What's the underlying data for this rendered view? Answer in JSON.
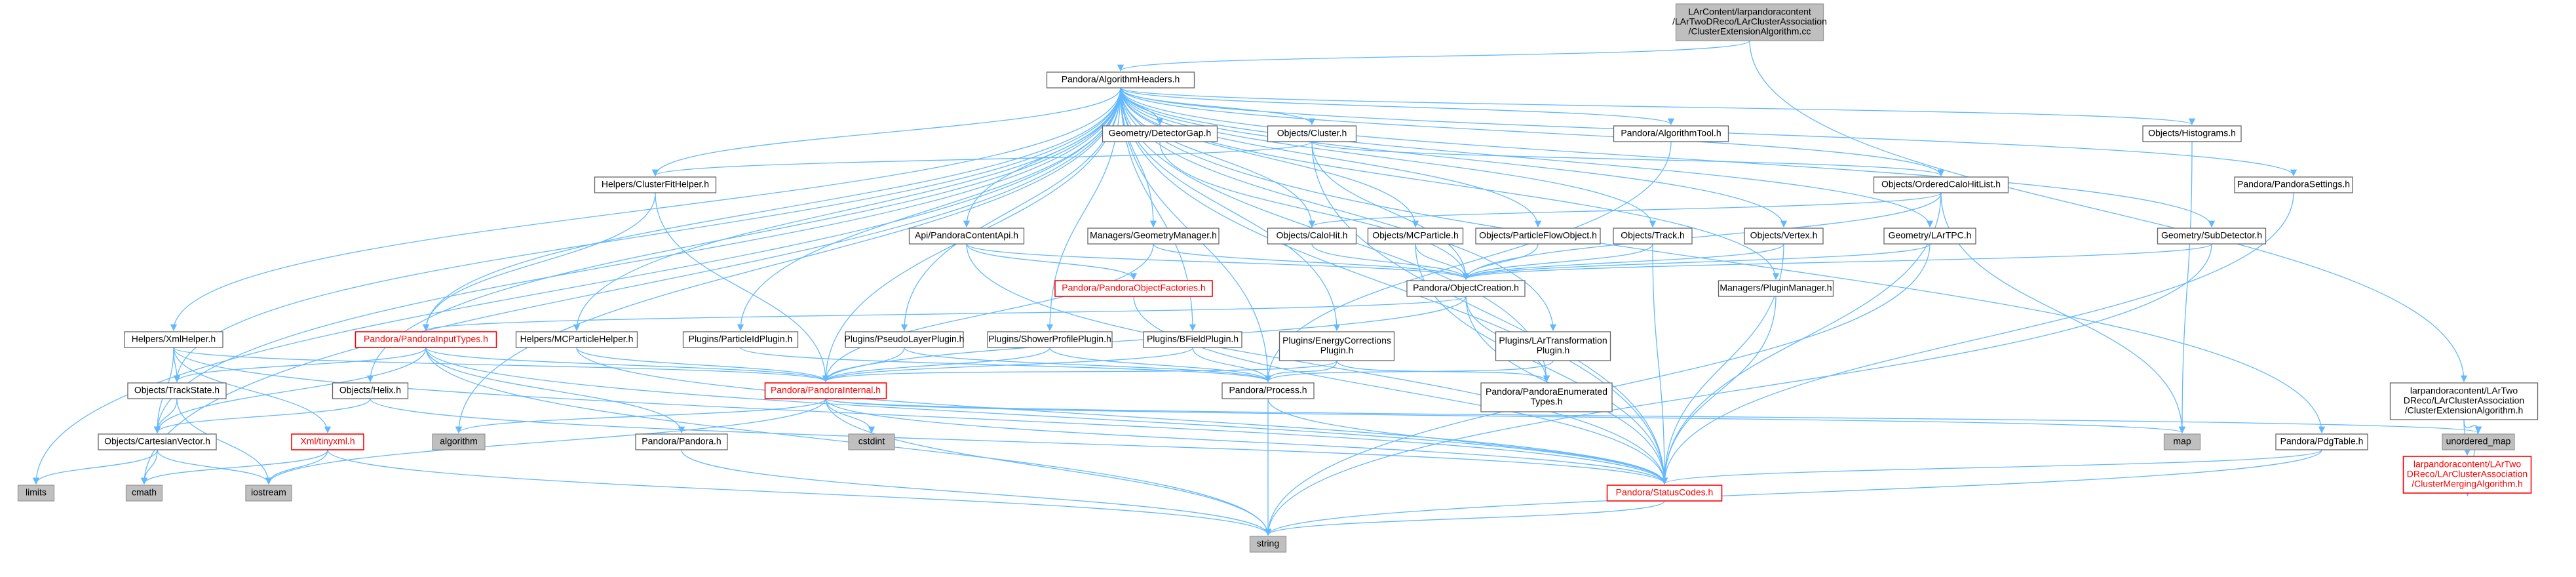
{
  "colors": {
    "edge": "#63b8ff",
    "node_border": "#666666",
    "root_fill": "#bfbfbf",
    "missing_border": "#ff0000"
  },
  "nodes": [
    {
      "id": "root",
      "lines": [
        "LArContent/larpandoracontent",
        "/LArTwoDReco/LArClusterAssociation",
        "/ClusterExtensionAlgorithm.cc"
      ],
      "style": "gray"
    },
    {
      "id": "algoHeaders",
      "lines": [
        "Pandora/AlgorithmHeaders.h"
      ],
      "style": "white"
    },
    {
      "id": "larClusterExt",
      "lines": [
        "larpandoracontent/LArTwo",
        "DReco/LArClusterAssociation",
        "/ClusterExtensionAlgorithm.h"
      ],
      "style": "white"
    },
    {
      "id": "larClusterMerge",
      "lines": [
        "larpandoracontent/LArTwo",
        "DReco/LArClusterAssociation",
        "/ClusterMergingAlgorithm.h"
      ],
      "style": "red"
    },
    {
      "id": "geoDetectorGap",
      "lines": [
        "Geometry/DetectorGap.h"
      ],
      "style": "white"
    },
    {
      "id": "objCluster",
      "lines": [
        "Objects/Cluster.h"
      ],
      "style": "white"
    },
    {
      "id": "pandoraAlgTool",
      "lines": [
        "Pandora/AlgorithmTool.h"
      ],
      "style": "white"
    },
    {
      "id": "objHistograms",
      "lines": [
        "Objects/Histograms.h"
      ],
      "style": "white"
    },
    {
      "id": "pandoraSettings",
      "lines": [
        "Pandora/PandoraSettings.h"
      ],
      "style": "white"
    },
    {
      "id": "helpersClusterFit",
      "lines": [
        "Helpers/ClusterFitHelper.h"
      ],
      "style": "white"
    },
    {
      "id": "objOrderedCaloHit",
      "lines": [
        "Objects/OrderedCaloHitList.h"
      ],
      "style": "white"
    },
    {
      "id": "apiContent",
      "lines": [
        "Api/PandoraContentApi.h"
      ],
      "style": "white"
    },
    {
      "id": "mgrGeometry",
      "lines": [
        "Managers/GeometryManager.h"
      ],
      "style": "white"
    },
    {
      "id": "objCaloHit",
      "lines": [
        "Objects/CaloHit.h"
      ],
      "style": "white"
    },
    {
      "id": "objMCParticle",
      "lines": [
        "Objects/MCParticle.h"
      ],
      "style": "white"
    },
    {
      "id": "objPFO",
      "lines": [
        "Objects/ParticleFlowObject.h"
      ],
      "style": "white"
    },
    {
      "id": "objTrack",
      "lines": [
        "Objects/Track.h"
      ],
      "style": "white"
    },
    {
      "id": "objVertex",
      "lines": [
        "Objects/Vertex.h"
      ],
      "style": "white"
    },
    {
      "id": "geoLArTPC",
      "lines": [
        "Geometry/LArTPC.h"
      ],
      "style": "white"
    },
    {
      "id": "geoSubDetector",
      "lines": [
        "Geometry/SubDetector.h"
      ],
      "style": "white"
    },
    {
      "id": "pandoraObjFactories",
      "lines": [
        "Pandora/PandoraObjectFactories.h"
      ],
      "style": "red"
    },
    {
      "id": "pandoraObjCreation",
      "lines": [
        "Pandora/ObjectCreation.h"
      ],
      "style": "white"
    },
    {
      "id": "mgrPlugin",
      "lines": [
        "Managers/PluginManager.h"
      ],
      "style": "white"
    },
    {
      "id": "helpersXml",
      "lines": [
        "Helpers/XmlHelper.h"
      ],
      "style": "white"
    },
    {
      "id": "pandoraInputTypes",
      "lines": [
        "Pandora/PandoraInputTypes.h"
      ],
      "style": "red"
    },
    {
      "id": "helpersMCParticle",
      "lines": [
        "Helpers/MCParticleHelper.h"
      ],
      "style": "white"
    },
    {
      "id": "pluginsParticleId",
      "lines": [
        "Plugins/ParticleIdPlugin.h"
      ],
      "style": "white"
    },
    {
      "id": "pluginsPseudoLayer",
      "lines": [
        "Plugins/PseudoLayerPlugin.h"
      ],
      "style": "white"
    },
    {
      "id": "pluginsShowerProfile",
      "lines": [
        "Plugins/ShowerProfilePlugin.h"
      ],
      "style": "white"
    },
    {
      "id": "pluginsBField",
      "lines": [
        "Plugins/BFieldPlugin.h"
      ],
      "style": "white"
    },
    {
      "id": "pluginsEnergyCorr",
      "lines": [
        "Plugins/EnergyCorrections",
        "Plugin.h"
      ],
      "style": "white"
    },
    {
      "id": "pluginsLArTransform",
      "lines": [
        "Plugins/LArTransformation",
        "Plugin.h"
      ],
      "style": "white"
    },
    {
      "id": "objTrackState",
      "lines": [
        "Objects/TrackState.h"
      ],
      "style": "white"
    },
    {
      "id": "objHelix",
      "lines": [
        "Objects/Helix.h"
      ],
      "style": "white"
    },
    {
      "id": "pandoraInternal",
      "lines": [
        "Pandora/PandoraInternal.h"
      ],
      "style": "red"
    },
    {
      "id": "pandoraProcess",
      "lines": [
        "Pandora/Process.h"
      ],
      "style": "white"
    },
    {
      "id": "pandoraEnumTypes",
      "lines": [
        "Pandora/PandoraEnumerated",
        "Types.h"
      ],
      "style": "white"
    },
    {
      "id": "objCartesianVector",
      "lines": [
        "Objects/CartesianVector.h"
      ],
      "style": "white"
    },
    {
      "id": "xmlTinyxml",
      "lines": [
        "Xml/tinyxml.h"
      ],
      "style": "red"
    },
    {
      "id": "algorithm",
      "lines": [
        "algorithm"
      ],
      "style": "gray"
    },
    {
      "id": "pandoraPandora",
      "lines": [
        "Pandora/Pandora.h"
      ],
      "style": "white"
    },
    {
      "id": "cstdint",
      "lines": [
        "cstdint"
      ],
      "style": "gray"
    },
    {
      "id": "map",
      "lines": [
        "map"
      ],
      "style": "gray"
    },
    {
      "id": "unorderedMap",
      "lines": [
        "unordered_map"
      ],
      "style": "gray"
    },
    {
      "id": "pandoraPdgTable",
      "lines": [
        "Pandora/PdgTable.h"
      ],
      "style": "white"
    },
    {
      "id": "limits",
      "lines": [
        "limits"
      ],
      "style": "gray"
    },
    {
      "id": "cmath",
      "lines": [
        "cmath"
      ],
      "style": "gray"
    },
    {
      "id": "iostream",
      "lines": [
        "iostream"
      ],
      "style": "gray"
    },
    {
      "id": "pandoraStatusCodes",
      "lines": [
        "Pandora/StatusCodes.h"
      ],
      "style": "red"
    },
    {
      "id": "string",
      "lines": [
        "string"
      ],
      "style": "gray"
    }
  ],
  "edges": [
    [
      "root",
      "algoHeaders"
    ],
    [
      "root",
      "larClusterExt"
    ],
    [
      "larClusterExt",
      "larClusterMerge"
    ],
    [
      "larClusterExt",
      "unorderedMap"
    ],
    [
      "larClusterMerge",
      "unorderedMap"
    ],
    [
      "algoHeaders",
      "geoDetectorGap"
    ],
    [
      "algoHeaders",
      "objCluster"
    ],
    [
      "algoHeaders",
      "pandoraAlgTool"
    ],
    [
      "algoHeaders",
      "objHistograms"
    ],
    [
      "algoHeaders",
      "pandoraSettings"
    ],
    [
      "algoHeaders",
      "helpersClusterFit"
    ],
    [
      "algoHeaders",
      "objOrderedCaloHit"
    ],
    [
      "algoHeaders",
      "apiContent"
    ],
    [
      "algoHeaders",
      "mgrGeometry"
    ],
    [
      "algoHeaders",
      "objCaloHit"
    ],
    [
      "algoHeaders",
      "objMCParticle"
    ],
    [
      "algoHeaders",
      "objPFO"
    ],
    [
      "algoHeaders",
      "objTrack"
    ],
    [
      "algoHeaders",
      "objVertex"
    ],
    [
      "algoHeaders",
      "geoLArTPC"
    ],
    [
      "algoHeaders",
      "geoSubDetector"
    ],
    [
      "algoHeaders",
      "mgrPlugin"
    ],
    [
      "algoHeaders",
      "helpersXml"
    ],
    [
      "algoHeaders",
      "pandoraInputTypes"
    ],
    [
      "algoHeaders",
      "helpersMCParticle"
    ],
    [
      "algoHeaders",
      "pluginsParticleId"
    ],
    [
      "algoHeaders",
      "pluginsPseudoLayer"
    ],
    [
      "algoHeaders",
      "pluginsShowerProfile"
    ],
    [
      "algoHeaders",
      "pluginsBField"
    ],
    [
      "algoHeaders",
      "pluginsEnergyCorr"
    ],
    [
      "algoHeaders",
      "pluginsLArTransform"
    ],
    [
      "algoHeaders",
      "objTrackState"
    ],
    [
      "algoHeaders",
      "objHelix"
    ],
    [
      "algoHeaders",
      "pandoraInternal"
    ],
    [
      "algoHeaders",
      "pandoraProcess"
    ],
    [
      "algoHeaders",
      "pandoraEnumTypes"
    ],
    [
      "algoHeaders",
      "objCartesianVector"
    ],
    [
      "algoHeaders",
      "algorithm"
    ],
    [
      "algoHeaders",
      "pandoraPdgTable"
    ],
    [
      "algoHeaders",
      "limits"
    ],
    [
      "algoHeaders",
      "cmath"
    ],
    [
      "algoHeaders",
      "pandoraStatusCodes"
    ],
    [
      "geoDetectorGap",
      "pandoraObjCreation"
    ],
    [
      "objCluster",
      "helpersClusterFit"
    ],
    [
      "objCluster",
      "objOrderedCaloHit"
    ],
    [
      "objCluster",
      "pandoraObjCreation"
    ],
    [
      "objCluster",
      "pandoraStatusCodes"
    ],
    [
      "pandoraAlgTool",
      "pandoraProcess"
    ],
    [
      "objHistograms",
      "map"
    ],
    [
      "pandoraSettings",
      "pandoraStatusCodes"
    ],
    [
      "helpersClusterFit",
      "pandoraInputTypes"
    ],
    [
      "helpersClusterFit",
      "pandoraInternal"
    ],
    [
      "objOrderedCaloHit",
      "objCaloHit"
    ],
    [
      "objOrderedCaloHit",
      "pandoraObjCreation"
    ],
    [
      "objOrderedCaloHit",
      "map"
    ],
    [
      "objOrderedCaloHit",
      "pandoraStatusCodes"
    ],
    [
      "apiContent",
      "pandoraObjFactories"
    ],
    [
      "apiContent",
      "pandoraObjCreation"
    ],
    [
      "apiContent",
      "pandoraStatusCodes"
    ],
    [
      "mgrGeometry",
      "pandoraObjCreation"
    ],
    [
      "mgrGeometry",
      "pandoraInternal"
    ],
    [
      "objCaloHit",
      "pandoraObjCreation"
    ],
    [
      "objMCParticle",
      "pandoraObjCreation"
    ],
    [
      "objMCParticle",
      "pandoraStatusCodes"
    ],
    [
      "objPFO",
      "pandoraObjCreation"
    ],
    [
      "objTrack",
      "pandoraObjCreation"
    ],
    [
      "objTrack",
      "pandoraStatusCodes"
    ],
    [
      "objVertex",
      "pandoraObjCreation"
    ],
    [
      "objVertex",
      "pandoraStatusCodes"
    ],
    [
      "geoLArTPC",
      "pandoraObjCreation"
    ],
    [
      "geoLArTPC",
      "string"
    ],
    [
      "geoSubDetector",
      "pandoraObjCreation"
    ],
    [
      "geoSubDetector",
      "string"
    ],
    [
      "pandoraObjFactories",
      "pandoraStatusCodes"
    ],
    [
      "pandoraObjCreation",
      "pandoraInputTypes"
    ],
    [
      "pandoraObjCreation",
      "pandoraInternal"
    ],
    [
      "pandoraObjCreation",
      "pandoraEnumTypes"
    ],
    [
      "pandoraObjCreation",
      "pandoraStatusCodes"
    ],
    [
      "mgrPlugin",
      "pandoraStatusCodes"
    ],
    [
      "helpersXml",
      "objTrackState"
    ],
    [
      "helpersXml",
      "objCartesianVector"
    ],
    [
      "helpersXml",
      "xmlTinyxml"
    ],
    [
      "helpersXml",
      "pandoraInternal"
    ],
    [
      "helpersXml",
      "pandoraStatusCodes"
    ],
    [
      "pandoraInputTypes",
      "objTrackState"
    ],
    [
      "pandoraInputTypes",
      "objCartesianVector"
    ],
    [
      "pandoraInputTypes",
      "pandoraInternal"
    ],
    [
      "pandoraInputTypes",
      "pandoraPandora"
    ],
    [
      "pandoraInputTypes",
      "pandoraStatusCodes"
    ],
    [
      "pandoraInputTypes",
      "string"
    ],
    [
      "helpersMCParticle",
      "pandoraInternal"
    ],
    [
      "helpersMCParticle",
      "pandoraStatusCodes"
    ],
    [
      "pluginsParticleId",
      "pandoraProcess"
    ],
    [
      "pluginsPseudoLayer",
      "pandoraInternal"
    ],
    [
      "pluginsPseudoLayer",
      "pandoraProcess"
    ],
    [
      "pluginsShowerProfile",
      "pandoraInternal"
    ],
    [
      "pluginsShowerProfile",
      "pandoraProcess"
    ],
    [
      "pluginsBField",
      "pandoraInternal"
    ],
    [
      "pluginsBField",
      "pandoraProcess"
    ],
    [
      "pluginsEnergyCorr",
      "pandoraInternal"
    ],
    [
      "pluginsEnergyCorr",
      "pandoraProcess"
    ],
    [
      "pluginsEnergyCorr",
      "pandoraEnumTypes"
    ],
    [
      "pluginsLArTransform",
      "pandoraProcess"
    ],
    [
      "objTrackState",
      "objCartesianVector"
    ],
    [
      "objTrackState",
      "iostream"
    ],
    [
      "objHelix",
      "objCartesianVector"
    ],
    [
      "objHelix",
      "pandoraStatusCodes"
    ],
    [
      "pandoraInternal",
      "algorithm"
    ],
    [
      "pandoraInternal",
      "cstdint"
    ],
    [
      "pandoraInternal",
      "map"
    ],
    [
      "pandoraInternal",
      "unorderedMap"
    ],
    [
      "pandoraInternal",
      "pandoraStatusCodes"
    ],
    [
      "pandoraInternal",
      "iostream"
    ],
    [
      "pandoraInternal",
      "string"
    ],
    [
      "pandoraProcess",
      "pandoraStatusCodes"
    ],
    [
      "pandoraProcess",
      "string"
    ],
    [
      "objCartesianVector",
      "limits"
    ],
    [
      "objCartesianVector",
      "cmath"
    ],
    [
      "objCartesianVector",
      "iostream"
    ],
    [
      "xmlTinyxml",
      "cmath"
    ],
    [
      "xmlTinyxml",
      "iostream"
    ],
    [
      "xmlTinyxml",
      "string"
    ],
    [
      "pandoraPandora",
      "string"
    ],
    [
      "pandoraPdgTable",
      "pandoraStatusCodes"
    ],
    [
      "pandoraPdgTable",
      "string"
    ],
    [
      "pandoraStatusCodes",
      "string"
    ]
  ]
}
